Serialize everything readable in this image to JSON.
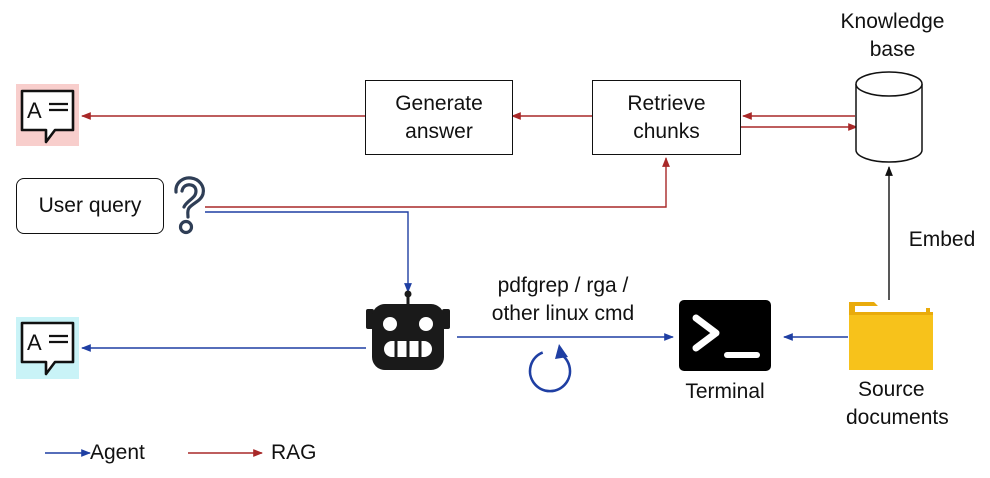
{
  "nodes": {
    "knowledge_base": {
      "line1": "Knowledge",
      "line2": "base"
    },
    "generate_answer": {
      "line1": "Generate",
      "line2": "answer"
    },
    "retrieve_chunks": {
      "line1": "Retrieve",
      "line2": "chunks"
    },
    "user_query": "User query",
    "embed": "Embed",
    "command": {
      "line1": "pdfgrep / rga /",
      "line2": "other linux cmd"
    },
    "terminal": "Terminal",
    "source_documents": {
      "line1": "Source",
      "line2": "documents"
    }
  },
  "legend": {
    "agent": "Agent",
    "rag": "RAG"
  },
  "colors": {
    "agent": "#1f3fa3",
    "rag": "#a82828",
    "rag_answer_bg": "#f8cecc",
    "agent_answer_bg": "#c9f3f7",
    "folder": "#f7c21b",
    "ink": "#111111"
  },
  "icons": {
    "rag_answer": "answer-speech-bubble-icon",
    "agent_answer": "answer-speech-bubble-icon",
    "question": "question-mark-icon",
    "robot": "robot-icon",
    "loop": "loop-arrow-icon",
    "terminal": "terminal-icon",
    "folder": "folder-icon",
    "database": "database-icon"
  }
}
